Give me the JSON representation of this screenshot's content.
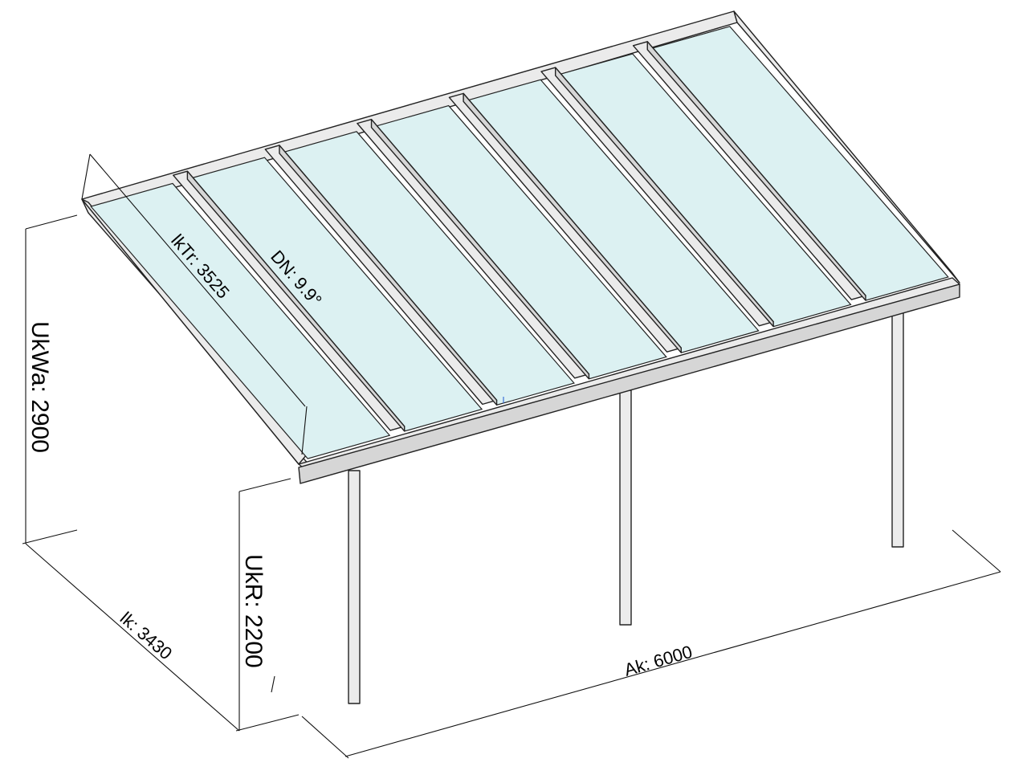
{
  "drawing": {
    "labels": {
      "rafter_length": "lkTr: 3525",
      "roof_pitch": "DN: 9.9°",
      "wall_connection_height": "UkWa: 2900",
      "gutter_height": "UkR: 2200",
      "projection": "lk: 3430",
      "width": "Ak: 6000"
    },
    "colors": {
      "glass": "#dcf1f2",
      "frame": "#ebebeb",
      "line": "#222222"
    }
  }
}
